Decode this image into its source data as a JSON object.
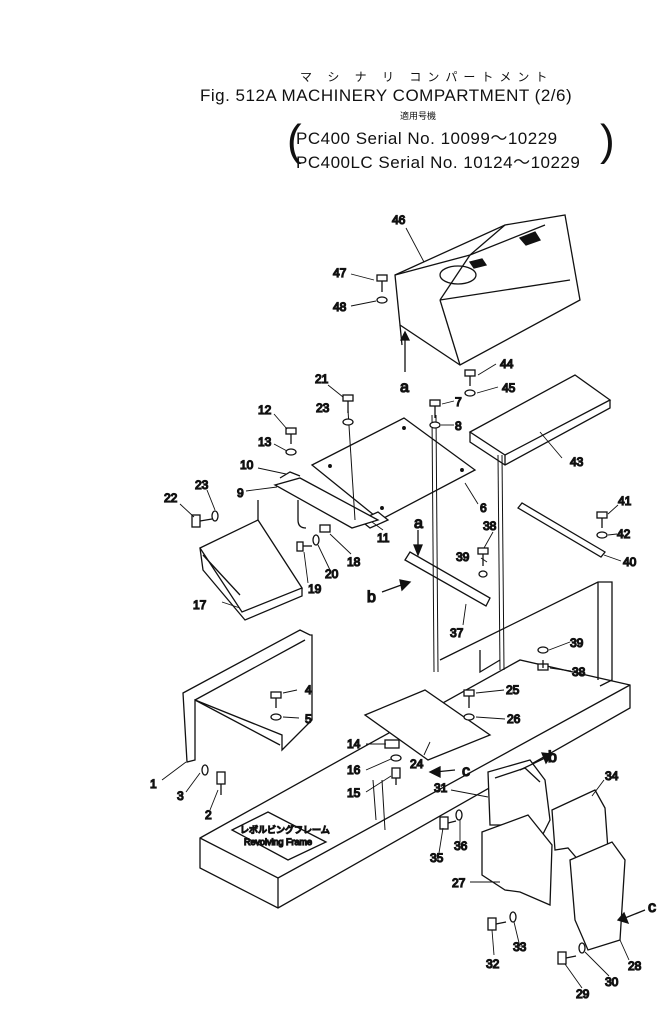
{
  "header": {
    "title_jp": "マ シ ナ リ  コンパートメント",
    "title": "Fig. 512A MACHINERY COMPARTMENT (2/6)",
    "applicable_jp": "適用号機",
    "serial_1": "PC400     Serial No. 10099～10229",
    "serial_2": "PC400LC Serial No. 10124～10229",
    "paren_open": "(",
    "paren_close": ")"
  },
  "frame_label": {
    "jp": "レボルビングフレーム",
    "en": "Revolving Frame"
  },
  "callouts": [
    {
      "id": "46",
      "text": "46"
    },
    {
      "id": "47",
      "text": "47"
    },
    {
      "id": "48",
      "text": "48"
    },
    {
      "id": "a1",
      "text": "a"
    },
    {
      "id": "44",
      "text": "44"
    },
    {
      "id": "45",
      "text": "45"
    },
    {
      "id": "21",
      "text": "21"
    },
    {
      "id": "23a",
      "text": "23"
    },
    {
      "id": "7",
      "text": "7"
    },
    {
      "id": "8",
      "text": "8"
    },
    {
      "id": "12",
      "text": "12"
    },
    {
      "id": "13",
      "text": "13"
    },
    {
      "id": "43",
      "text": "43"
    },
    {
      "id": "10",
      "text": "10"
    },
    {
      "id": "9",
      "text": "9"
    },
    {
      "id": "6",
      "text": "6"
    },
    {
      "id": "22",
      "text": "22"
    },
    {
      "id": "23b",
      "text": "23"
    },
    {
      "id": "41",
      "text": "41"
    },
    {
      "id": "42",
      "text": "42"
    },
    {
      "id": "40",
      "text": "40"
    },
    {
      "id": "a2",
      "text": "a"
    },
    {
      "id": "38a",
      "text": "38"
    },
    {
      "id": "39a",
      "text": "39"
    },
    {
      "id": "11",
      "text": "11"
    },
    {
      "id": "18",
      "text": "18"
    },
    {
      "id": "20",
      "text": "20"
    },
    {
      "id": "19",
      "text": "19"
    },
    {
      "id": "17",
      "text": "17"
    },
    {
      "id": "b1",
      "text": "b"
    },
    {
      "id": "37",
      "text": "37"
    },
    {
      "id": "39b",
      "text": "39"
    },
    {
      "id": "38b",
      "text": "38"
    },
    {
      "id": "4",
      "text": "4"
    },
    {
      "id": "5",
      "text": "5"
    },
    {
      "id": "25",
      "text": "25"
    },
    {
      "id": "26",
      "text": "26"
    },
    {
      "id": "14",
      "text": "14"
    },
    {
      "id": "24",
      "text": "24"
    },
    {
      "id": "16",
      "text": "16"
    },
    {
      "id": "c1",
      "text": "c"
    },
    {
      "id": "b2",
      "text": "b"
    },
    {
      "id": "15",
      "text": "15"
    },
    {
      "id": "1",
      "text": "1"
    },
    {
      "id": "3",
      "text": "3"
    },
    {
      "id": "2",
      "text": "2"
    },
    {
      "id": "31",
      "text": "31"
    },
    {
      "id": "34",
      "text": "34"
    },
    {
      "id": "35",
      "text": "35"
    },
    {
      "id": "36",
      "text": "36"
    },
    {
      "id": "27",
      "text": "27"
    },
    {
      "id": "c2",
      "text": "c"
    },
    {
      "id": "32",
      "text": "32"
    },
    {
      "id": "33",
      "text": "33"
    },
    {
      "id": "28",
      "text": "28"
    },
    {
      "id": "29",
      "text": "29"
    },
    {
      "id": "30",
      "text": "30"
    }
  ]
}
